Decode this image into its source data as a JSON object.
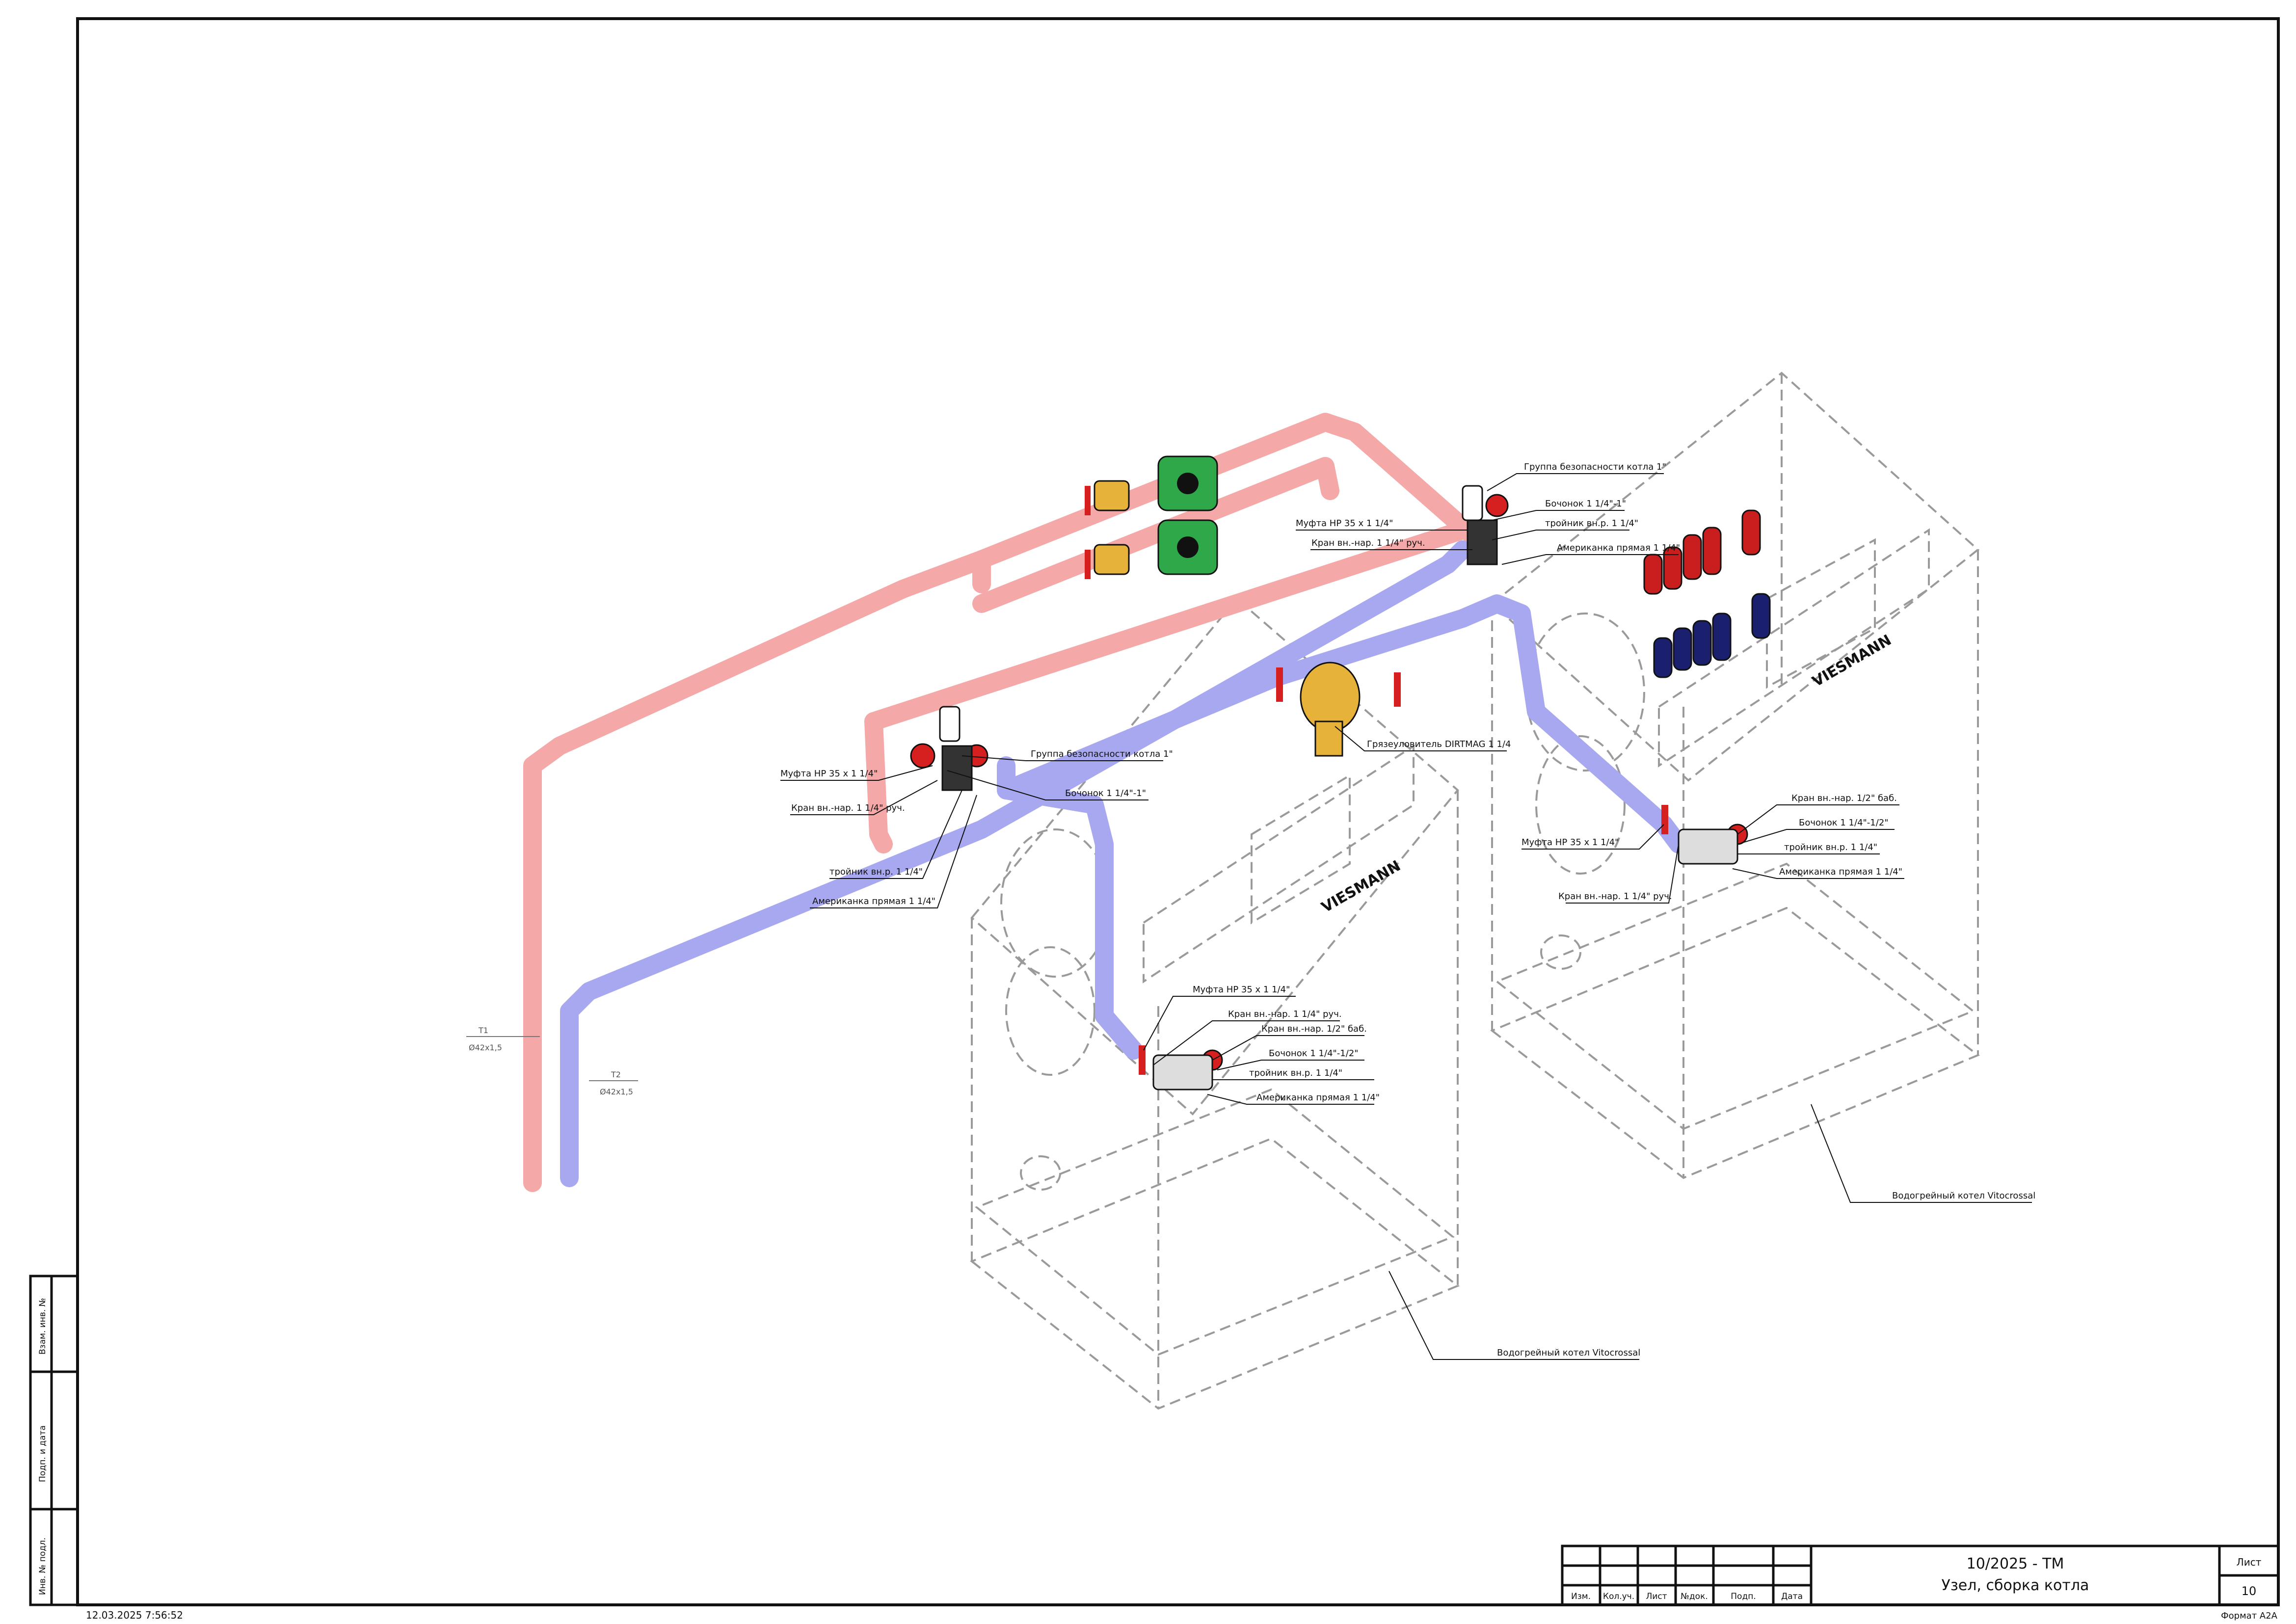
{
  "colors": {
    "supply_pipe": "#f5a8a8",
    "return_pipe": "#a8a8f0",
    "pump_green": "#2fa84a",
    "filter_yellow": "#e6b23a",
    "valve_red": "#d62020",
    "tank_red": "#c81e1e",
    "tank_navy": "#1a1f6e",
    "dash_gray": "#9a9a9a"
  },
  "pipes": {
    "t1_label": "T1",
    "t1_size": "Ø42x1,5",
    "t2_label": "T2",
    "t2_size": "Ø42x1,5"
  },
  "boiler1": {
    "safety_group": "Группа безопасности котла 1\"",
    "barrel": "Бочонок 1 1/4\"-1\"",
    "tee": "тройник вн.р. 1 1/4\"",
    "coupling": "Муфта НР 35 х 1 1/4\"",
    "ball_valve": "Кран вн.-нар. 1 1/4\" руч.",
    "union": "Американка прямая 1 1/4\""
  },
  "boiler2_top": {
    "safety_group": "Группа безопасности котла 1\"",
    "coupling": "Муфта НР 35 х 1 1/4\"",
    "barrel": "Бочонок 1 1/4\"-1\"",
    "tee": "тройник вн.р. 1 1/4\"",
    "ball_valve": "Кран вн.-нар. 1 1/4\" руч.",
    "union": "Американка прямая 1 1/4\""
  },
  "filter": {
    "label": "Грязеуловитель DIRTMAG 1 1/4"
  },
  "boiler1_return": {
    "coupling": "Муфта НР 35 х 1 1/4\"",
    "ball_valve": "Кран вн.-нар. 1 1/4\" руч.",
    "drain_valve": "Кран вн.-нар. 1/2\" баб.",
    "barrel": "Бочонок 1 1/4\"-1/2\"",
    "tee": "тройник вн.р. 1 1/4\"",
    "union": "Американка прямая 1 1/4\""
  },
  "boiler2_return": {
    "drain_valve": "Кран вн.-нар. 1/2\" баб.",
    "barrel": "Бочонок 1 1/4\"-1/2\"",
    "coupling": "Муфта НР 35 х 1 1/4\"",
    "tee": "тройник вн.р. 1 1/4\"",
    "union": "Американка прямая 1 1/4\"",
    "ball_valve": "Кран вн.-нар. 1 1/4\" руч."
  },
  "boilers": {
    "boiler1_label": "Водогрейный котел Vitocrossal",
    "boiler2_label": "Водогрейный котел Vitocrossal",
    "brand": "VIESMANN"
  },
  "side_stamp": {
    "inv_replace": "Взам. инв. №",
    "sign_date": "Подп. и дата",
    "inv_orig": "Инв. № подл."
  },
  "title_block": {
    "code": "10/2025 - ТМ",
    "title": "Узел, сборка котла",
    "sheet_label": "Лист",
    "sheet_number": "10",
    "cols": [
      "Изм.",
      "Кол.уч.",
      "Лист",
      "№док.",
      "Подп.",
      "Дата"
    ]
  },
  "footer": {
    "timestamp": "12.03.2025 7:56:52",
    "format": "Формат А2А"
  }
}
